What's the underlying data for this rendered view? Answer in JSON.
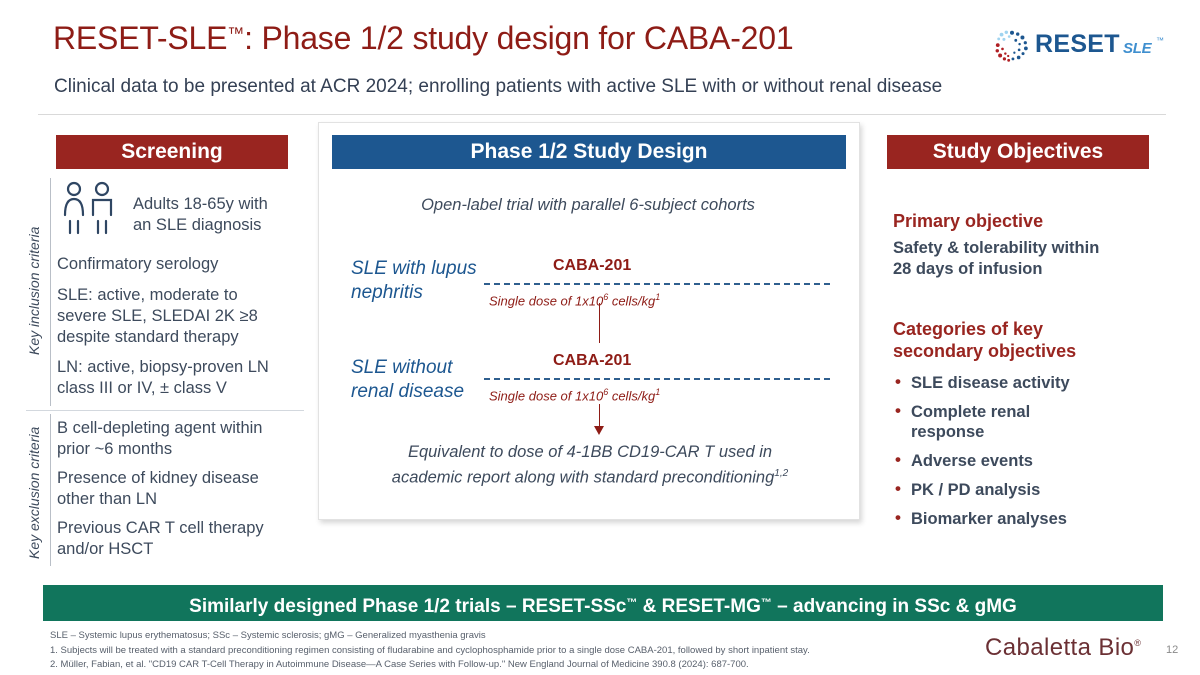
{
  "header": {
    "title_main": "RESET-SLE",
    "title_tm": "™",
    "title_rest": ": Phase 1/2 study design for CABA-201",
    "subtitle": "Clinical data to be presented at ACR 2024; enrolling patients with active SLE with or without renal disease",
    "logo": {
      "word": "RESET",
      "sub": "SLE",
      "tm": "™",
      "mark_icon": "reset-cell-swirl-icon"
    }
  },
  "left_column": {
    "header": "Screening",
    "inclusion_label": "Key inclusion criteria",
    "exclusion_label": "Key exclusion criteria",
    "people_icon": "two-people-icon",
    "inclusion_items": [
      "Adults 18-65y with\nan SLE diagnosis",
      "Confirmatory serology",
      "SLE: active, moderate to\nsevere SLE, SLEDAI 2K ≥8\ndespite standard therapy",
      "LN: active, biopsy-proven LN\nclass III or IV, ± class V"
    ],
    "exclusion_items": [
      "B cell-depleting agent within\nprior ~6 months",
      "Presence of kidney disease\nother than LN",
      "Previous CAR T cell therapy\nand/or HSCT"
    ]
  },
  "center_panel": {
    "header": "Phase 1/2 Study Design",
    "open_label": "Open-label trial with parallel 6-subject cohorts",
    "cohorts": [
      {
        "name": "SLE with lupus\nnephritis",
        "drug": "CABA-201",
        "dose_prefix": "Single dose of 1x10",
        "dose_exp": "6",
        "dose_suffix": " cells/kg",
        "dose_ref": "1"
      },
      {
        "name": "SLE without\nrenal disease",
        "drug": "CABA-201",
        "dose_prefix": "Single dose of 1x10",
        "dose_exp": "6",
        "dose_suffix": " cells/kg",
        "dose_ref": "1"
      }
    ],
    "equivalence_line1": "Equivalent to dose of 4-1BB CD19-CAR T used in",
    "equivalence_line2": "academic report along with standard preconditioning",
    "equivalence_ref": "1,2"
  },
  "right_column": {
    "header": "Study Objectives",
    "primary_title": "Primary objective",
    "primary_body": "Safety & tolerability within\n28 days of infusion",
    "secondary_title": "Categories of key\nsecondary objectives",
    "secondary_items": [
      "SLE disease activity",
      "Complete renal\nresponse",
      "Adverse events",
      "PK / PD analysis",
      "Biomarker analyses"
    ]
  },
  "banner": {
    "text_pre": "Similarly designed Phase 1/2 trials – RESET-SSc",
    "tm1": "™",
    "text_mid": " & RESET-MG",
    "tm2": "™",
    "text_post": " – advancing in SSc & gMG"
  },
  "footnotes": {
    "abbreviations": "SLE – Systemic lupus erythematosus; SSc – Systemic sclerosis; gMG – Generalized myasthenia gravis",
    "note1": "1. Subjects will be treated with a standard preconditioning regimen consisting of fludarabine and cyclophosphamide prior to a single dose CABA-201, followed by short inpatient stay.",
    "note2": "2. Müller, Fabian, et al. \"CD19 CAR T-Cell Therapy in Autoimmune Disease—A Case Series with Follow-up.\" New England Journal of Medicine 390.8 (2024): 687-700."
  },
  "footer": {
    "company": "Cabaletta Bio",
    "registered": "®",
    "page_number": "12"
  },
  "colors": {
    "dark_red": "#992520",
    "title_red": "#8e1c16",
    "blue": "#1d5790",
    "green": "#11755c",
    "body_gray": "#3d4a5c"
  }
}
